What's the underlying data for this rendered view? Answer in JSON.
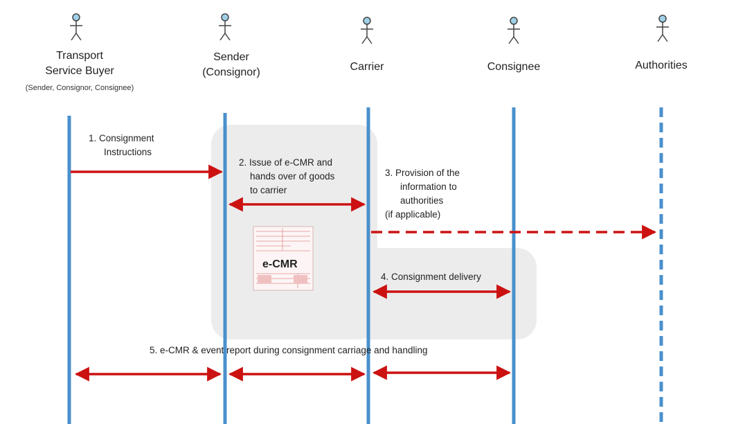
{
  "actors": [
    {
      "id": "buyer",
      "label_line1": "Transport",
      "label_line2": "Service Buyer",
      "sublabel": "(Sender, Consignor, Consignee)"
    },
    {
      "id": "sender",
      "label_line1": "Sender",
      "label_line2": "(Consignor)"
    },
    {
      "id": "carrier",
      "label_line1": "Carrier"
    },
    {
      "id": "consignee",
      "label_line1": "Consignee"
    },
    {
      "id": "authorities",
      "label_line1": "Authorities"
    }
  ],
  "messages": {
    "m1": {
      "line1": "1. Consignment",
      "line2": "Instructions"
    },
    "m2": {
      "line1": "2. Issue of e-CMR and",
      "line2": "hands over of  goods",
      "line3": "to carrier"
    },
    "m3": {
      "line1": "3. Provision of the",
      "line2": "information to",
      "line3": "authorities",
      "line4": "(if applicable)"
    },
    "m4": {
      "line1": "4. Consignment delivery"
    },
    "m5": {
      "line1": "5. e-CMR & event report  during consignment carriage and handling"
    }
  },
  "document": {
    "label": "e-CMR"
  },
  "colors": {
    "lifeline": "#4a90cc",
    "arrow": "#cc1111",
    "highlight": "#ececec",
    "actor_head": "#9fd0e8"
  }
}
